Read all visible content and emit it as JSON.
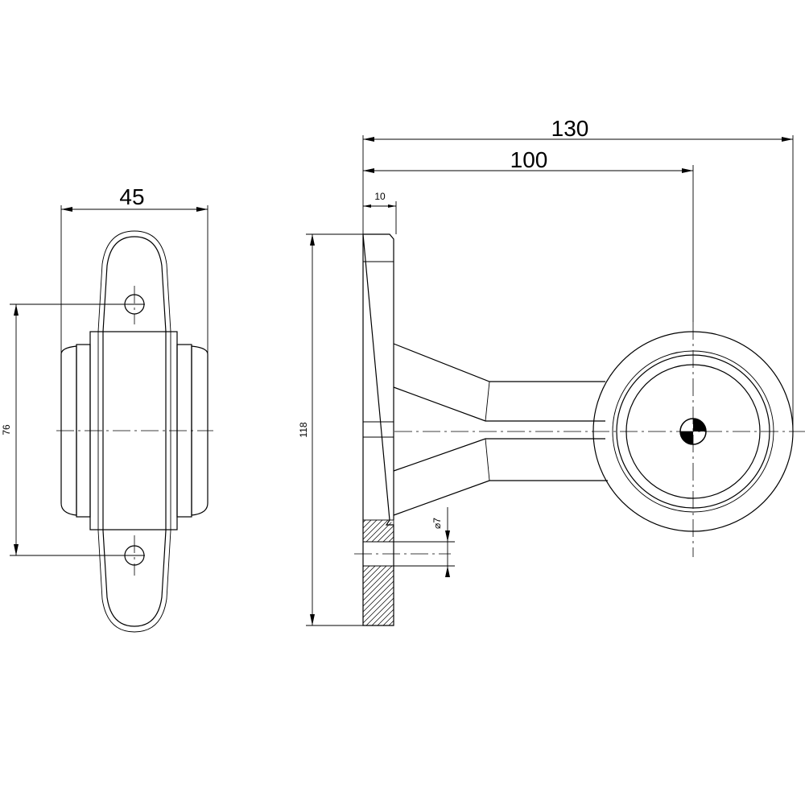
{
  "front_view": {
    "width_label": "45",
    "hole_spacing_label": "76"
  },
  "side_view": {
    "overall_length_label": "130",
    "center_length_label": "100",
    "base_thickness_label": "10",
    "height_label": "118",
    "hole_diameter_label": "⌀7"
  }
}
